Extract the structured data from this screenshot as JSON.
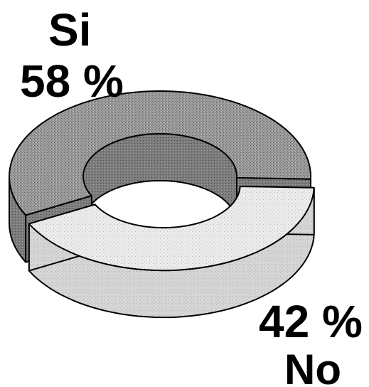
{
  "chart_data": {
    "type": "pie",
    "style": "3d-donut-exploded",
    "slices": [
      {
        "label": "Si",
        "value": 58,
        "value_text": "58 %",
        "color": "#8f8f8f"
      },
      {
        "label": "No",
        "value": 42,
        "value_text": "42 %",
        "color": "#e3e3e3"
      }
    ],
    "grid": false,
    "legend": "none"
  }
}
